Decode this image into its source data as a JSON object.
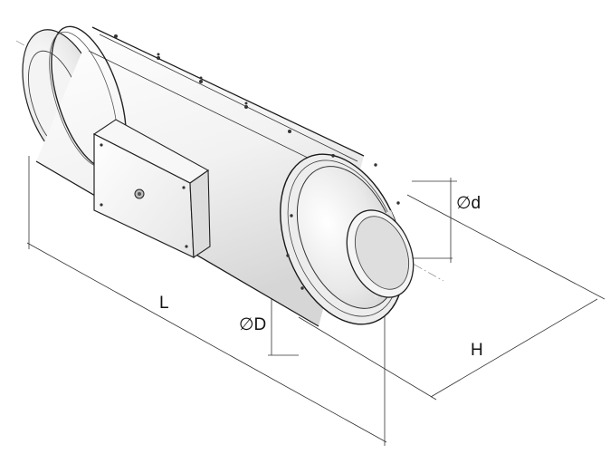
{
  "dimensions": {
    "length": "L",
    "outer_diameter": "∅D",
    "duct_diameter": "∅d",
    "height": "H"
  }
}
